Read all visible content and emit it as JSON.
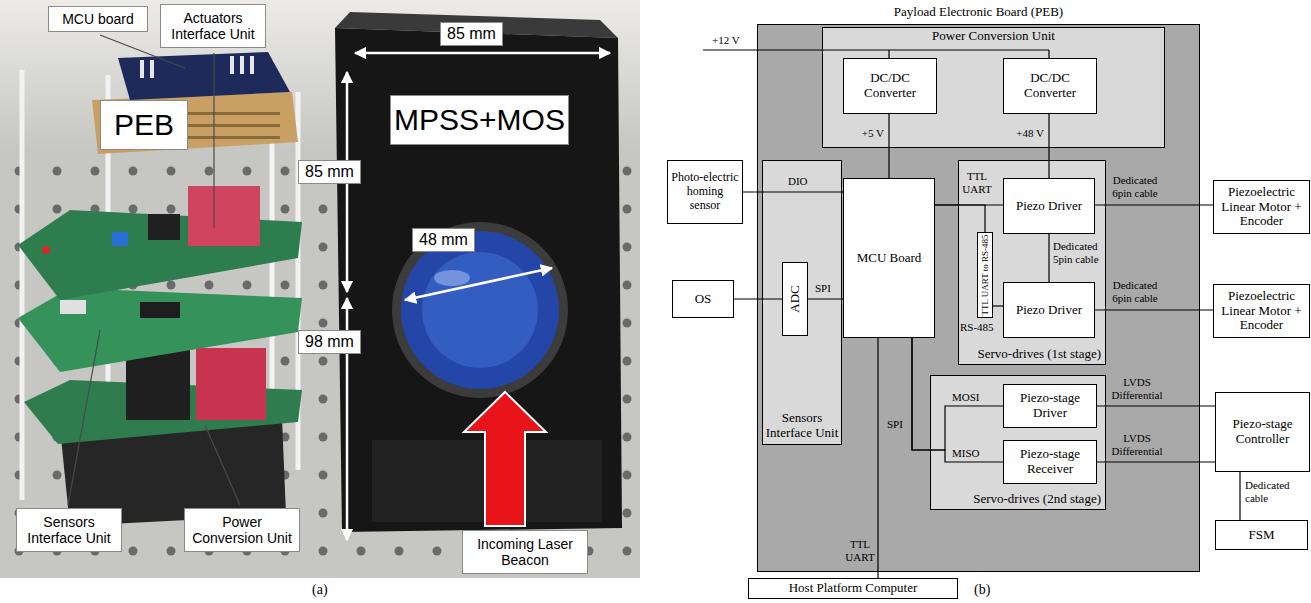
{
  "diagram": {
    "nodes": [
      {
        "text": [
          "MCU board"
        ]
      },
      {
        "text": [
          "Actuators Interface Unit"
        ]
      },
      {
        "text": [
          "PEB"
        ]
      },
      {
        "text": [
          "MPSS+MOS"
        ]
      },
      {
        "text": [
          "Sensors Interface Unit"
        ]
      },
      {
        "text": [
          "Power Conversion Unit"
        ]
      },
      {
        "text": [
          "Incoming Laser Beacon"
        ]
      },
      {
        "text": [
          "Payload Electronic Board (PEB)"
        ]
      },
      {
        "text": [
          "Power Conversion Unit"
        ],
        "in": 7
      },
      {
        "text": [
          "DC/DC Converter"
        ],
        "in": 8
      },
      {
        "text": [
          "DC/DC Converter"
        ],
        "in": 8
      },
      {
        "text": [
          "Sensors Interface Unit"
        ],
        "in": 7
      },
      {
        "text": [
          "ADC"
        ],
        "in": 11
      },
      {
        "text": [
          "MCU Board"
        ],
        "in": 7
      },
      {
        "text": [
          "Servo-drives (1st stage)"
        ],
        "in": 7
      },
      {
        "text": [
          "Piezo Driver"
        ],
        "in": 14
      },
      {
        "text": [
          "TTL UART to RS-485"
        ],
        "in": 14
      },
      {
        "text": [
          "Piezo Driver"
        ],
        "in": 14
      },
      {
        "text": [
          "Servo-drives (2nd stage)"
        ],
        "in": 7
      },
      {
        "text": [
          "Piezo-stage Driver"
        ],
        "in": 18
      },
      {
        "text": [
          "Piezo-stage Receiver"
        ],
        "in": 18
      },
      {
        "text": [
          "Photo-electric homing sensor"
        ]
      },
      {
        "text": [
          "OS"
        ]
      },
      {
        "text": [
          "Piezoelectric Linear Motor + Encoder"
        ]
      },
      {
        "text": [
          "Piezoelectric Linear Motor + Encoder"
        ]
      },
      {
        "text": [
          "Piezo-stage Controller"
        ]
      },
      {
        "text": [
          "FSM"
        ]
      },
      {
        "text": [
          "Host Platform Computer"
        ]
      }
    ],
    "edges": [
      {
        "from": 9,
        "to": 13,
        "label": "+5 V",
        "arrow": "none"
      },
      {
        "from": 10,
        "to": 15,
        "label": "+48 V",
        "arrow": "none"
      },
      {
        "from": 21,
        "to": 13,
        "label": "DIO",
        "arrow": "none"
      },
      {
        "from": 22,
        "to": 12,
        "arrow": "none"
      },
      {
        "from": 12,
        "to": 13,
        "label": "SPI",
        "arrow": "none"
      },
      {
        "from": 13,
        "to": 15,
        "label": "TTL UART",
        "arrow": "none"
      },
      {
        "from": 13,
        "to": 16,
        "arrow": "none"
      },
      {
        "from": 16,
        "to": 17,
        "label": "RS-485",
        "arrow": "none"
      },
      {
        "from": 15,
        "to": 17,
        "label": "Dedicated 5pin cable",
        "arrow": "none"
      },
      {
        "from": 15,
        "to": 23,
        "label": "Dedicated 6pin cable",
        "arrow": "none"
      },
      {
        "from": 17,
        "to": 24,
        "label": "Dedicated 6pin cable",
        "arrow": "none"
      },
      {
        "from": 13,
        "to": 19,
        "label": "MOSI",
        "arrow": "none"
      },
      {
        "from": 13,
        "to": 20,
        "label": "MISO",
        "arrow": "none"
      },
      {
        "from": 19,
        "to": 25,
        "label": "LVDS Differential",
        "arrow": "none"
      },
      {
        "from": 20,
        "to": 25,
        "label": "LVDS Differential",
        "arrow": "none"
      },
      {
        "from": 25,
        "to": 26,
        "label": "Dedicated cable",
        "arrow": "none"
      },
      {
        "from": 13,
        "to": 27,
        "label": "TTL UART",
        "arrow": "none"
      }
    ],
    "labels": [
      "85 mm",
      "85 mm",
      "98 mm",
      "48 mm",
      "(a)",
      "+12 V",
      "SPI",
      "(b)"
    ]
  }
}
